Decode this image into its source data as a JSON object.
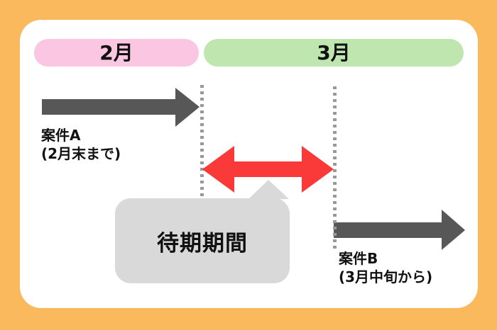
{
  "canvas": {
    "background_color": "#F9B95C",
    "card_color": "#FFFFFF"
  },
  "month_bar": {
    "february": {
      "label": "2月",
      "color": "#FAC6E1"
    },
    "march": {
      "label": "3月",
      "color": "#BFE6AF"
    }
  },
  "project_a": {
    "name": "案件A",
    "period_note": "(2月末まで)",
    "arrow_color": "#575757"
  },
  "project_b": {
    "name": "案件B",
    "period_note": "(3月中旬から)",
    "arrow_color": "#575757"
  },
  "waiting_period": {
    "label": "待期期間",
    "bubble_color": "#D9D9D9",
    "arrow_color": "#F93A39"
  },
  "guide_lines": {
    "color": "#999999"
  }
}
